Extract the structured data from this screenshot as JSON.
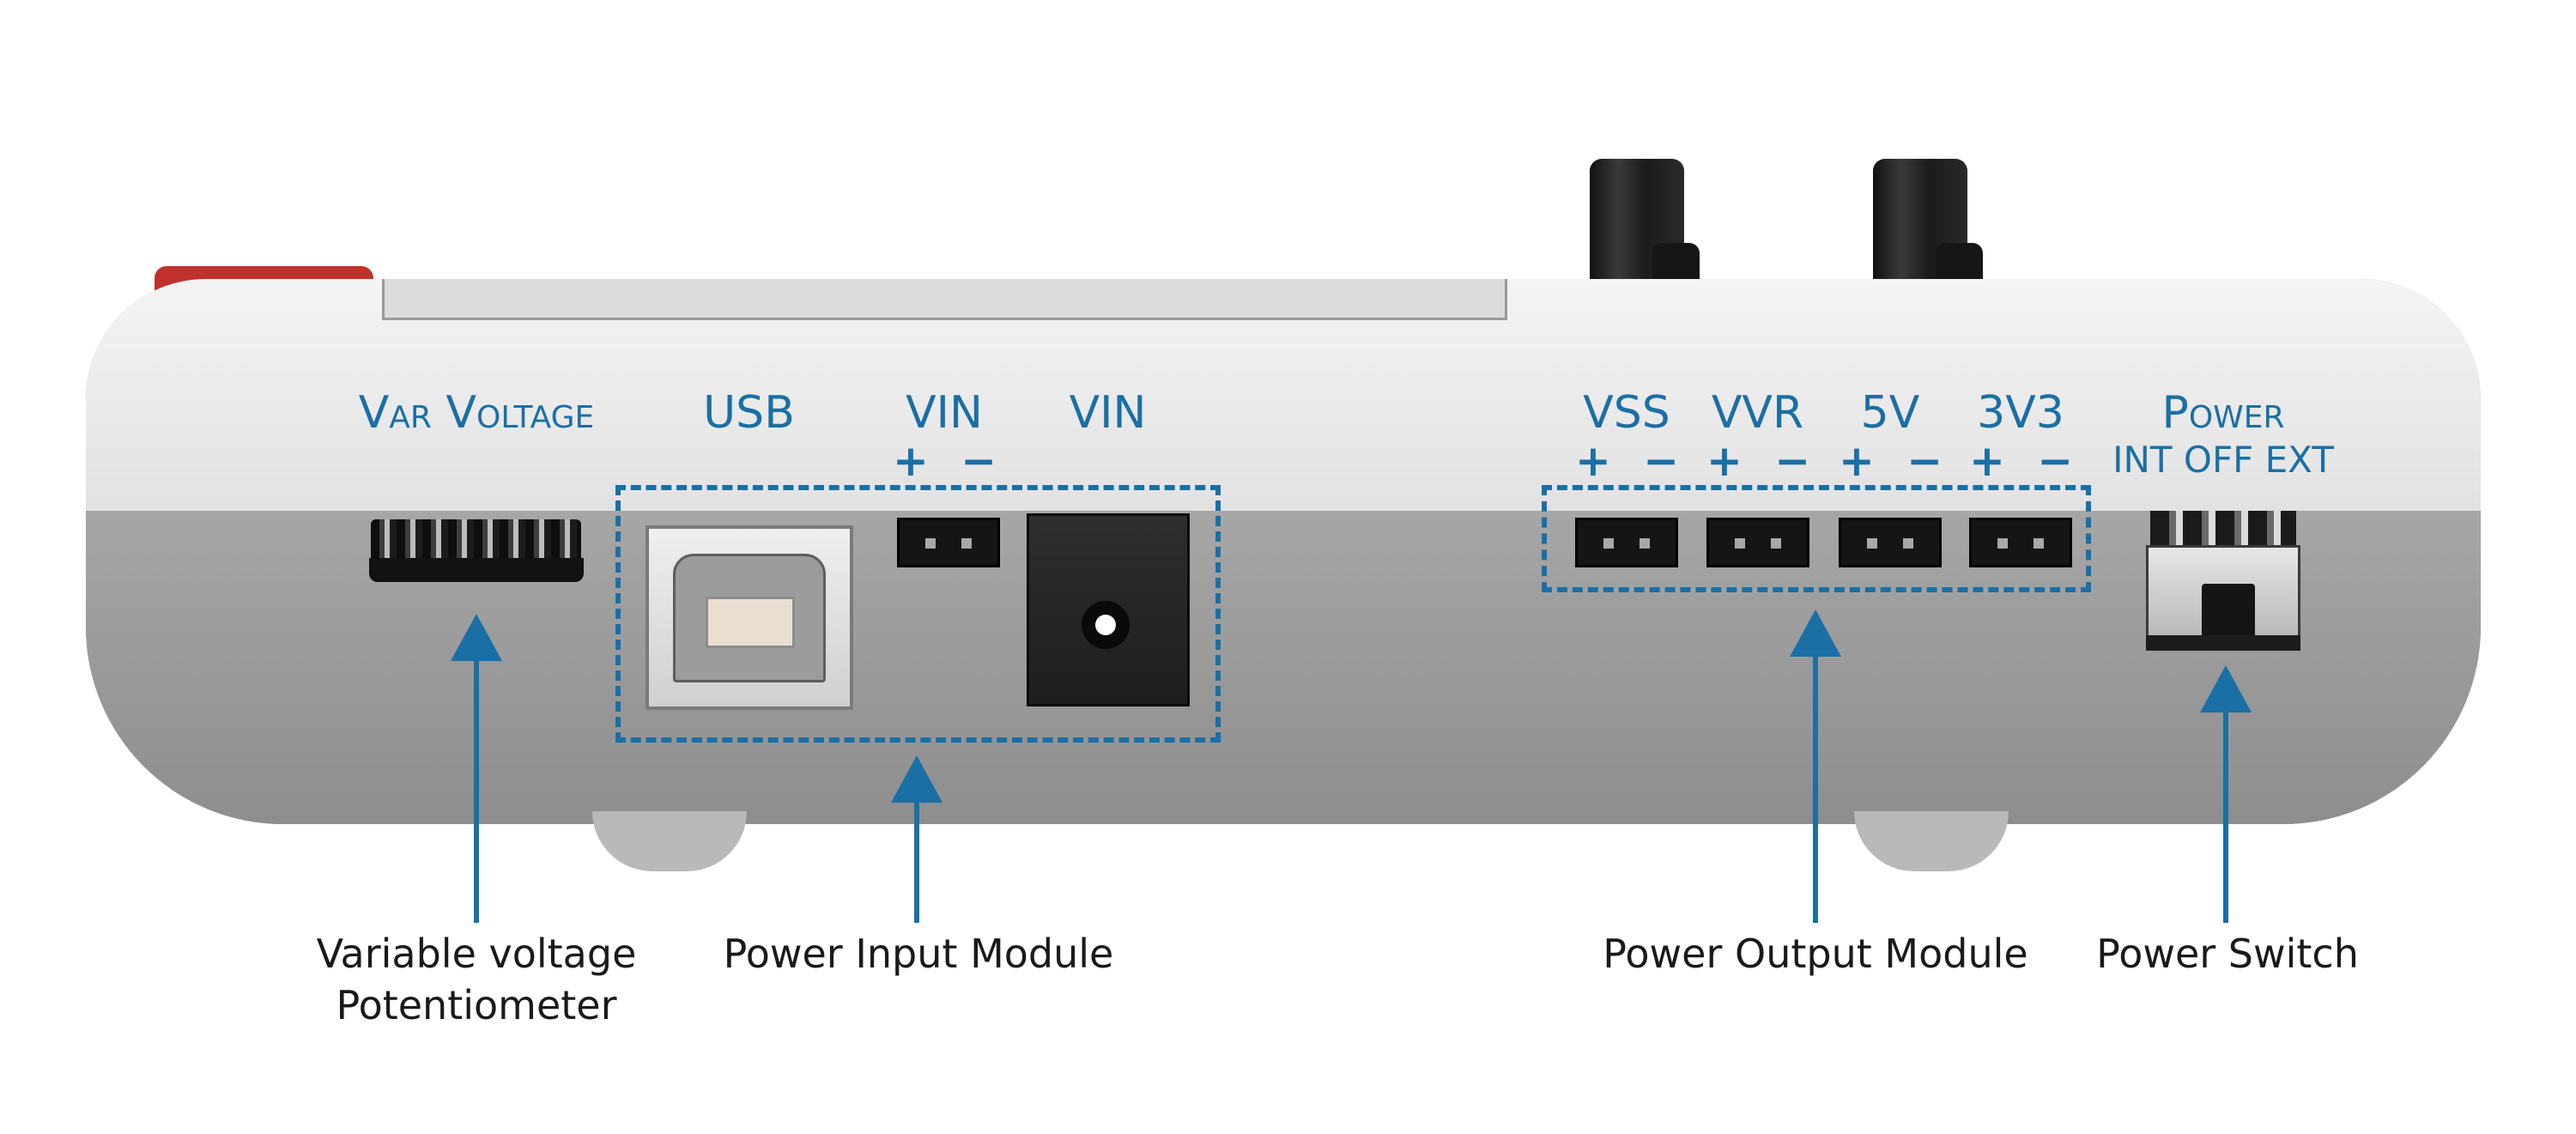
{
  "panel_labels": {
    "var_voltage": "Var Voltage",
    "usb": "USB",
    "vin_header": "VIN",
    "vin_jack": "VIN",
    "vss": "VSS",
    "vvr": "VVR",
    "v5": "5V",
    "v3v3": "3V3",
    "power": "Power",
    "power_modes": "INT OFF EXT",
    "polarity": "+ −"
  },
  "callouts": {
    "potentiometer_line1": "Variable voltage",
    "potentiometer_line2": "Potentiometer",
    "power_input": "Power Input Module",
    "power_output": "Power Output Module",
    "power_switch": "Power Switch"
  },
  "colors": {
    "label_blue": "#1a6fa5",
    "callout_text": "#1a1a1a"
  }
}
